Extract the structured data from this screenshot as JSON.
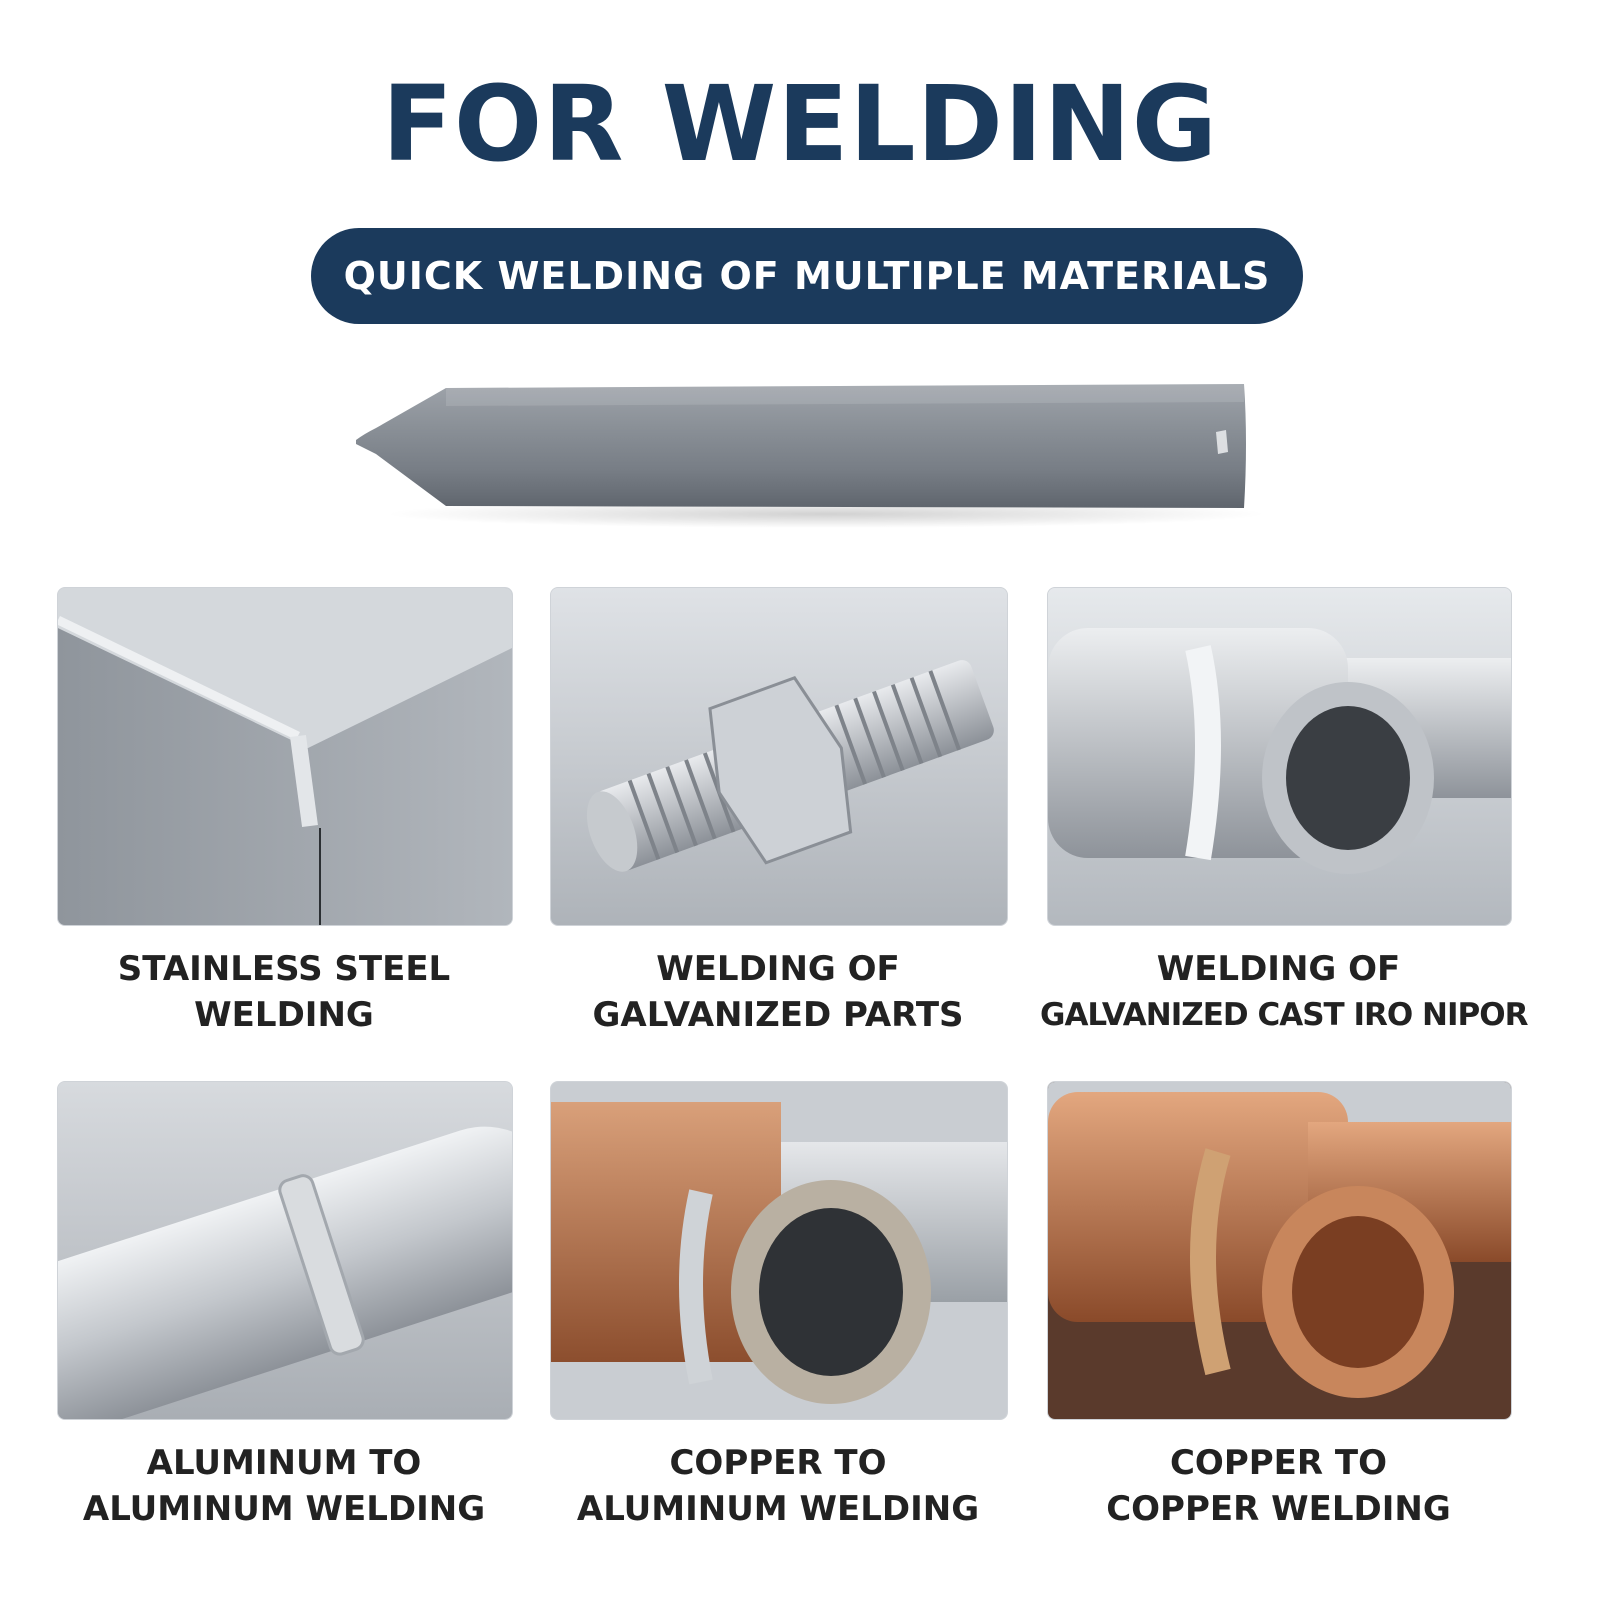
{
  "header": {
    "title": "FOR WELDING",
    "subtitle": "QUICK WELDING OF MULTIPLE MATERIALS"
  },
  "colors": {
    "brand_navy": "#1b3a5c",
    "caption_text": "#222222",
    "steel": "#b8bdc3",
    "copper": "#c07a52"
  },
  "cards": [
    {
      "line1": "STAINLESS STEEL",
      "line2": "WELDING"
    },
    {
      "line1": "WELDING OF",
      "line2": "GALVANIZED PARTS"
    },
    {
      "line1": "WELDING OF",
      "line2": "GALVANIZED CAST IRO NIPOR"
    },
    {
      "line1": "ALUMINUM TO",
      "line2": "ALUMINUM WELDING"
    },
    {
      "line1": "COPPER TO",
      "line2": "ALUMINUM WELDING"
    },
    {
      "line1": "COPPER TO",
      "line2": "COPPER WELDING"
    }
  ]
}
